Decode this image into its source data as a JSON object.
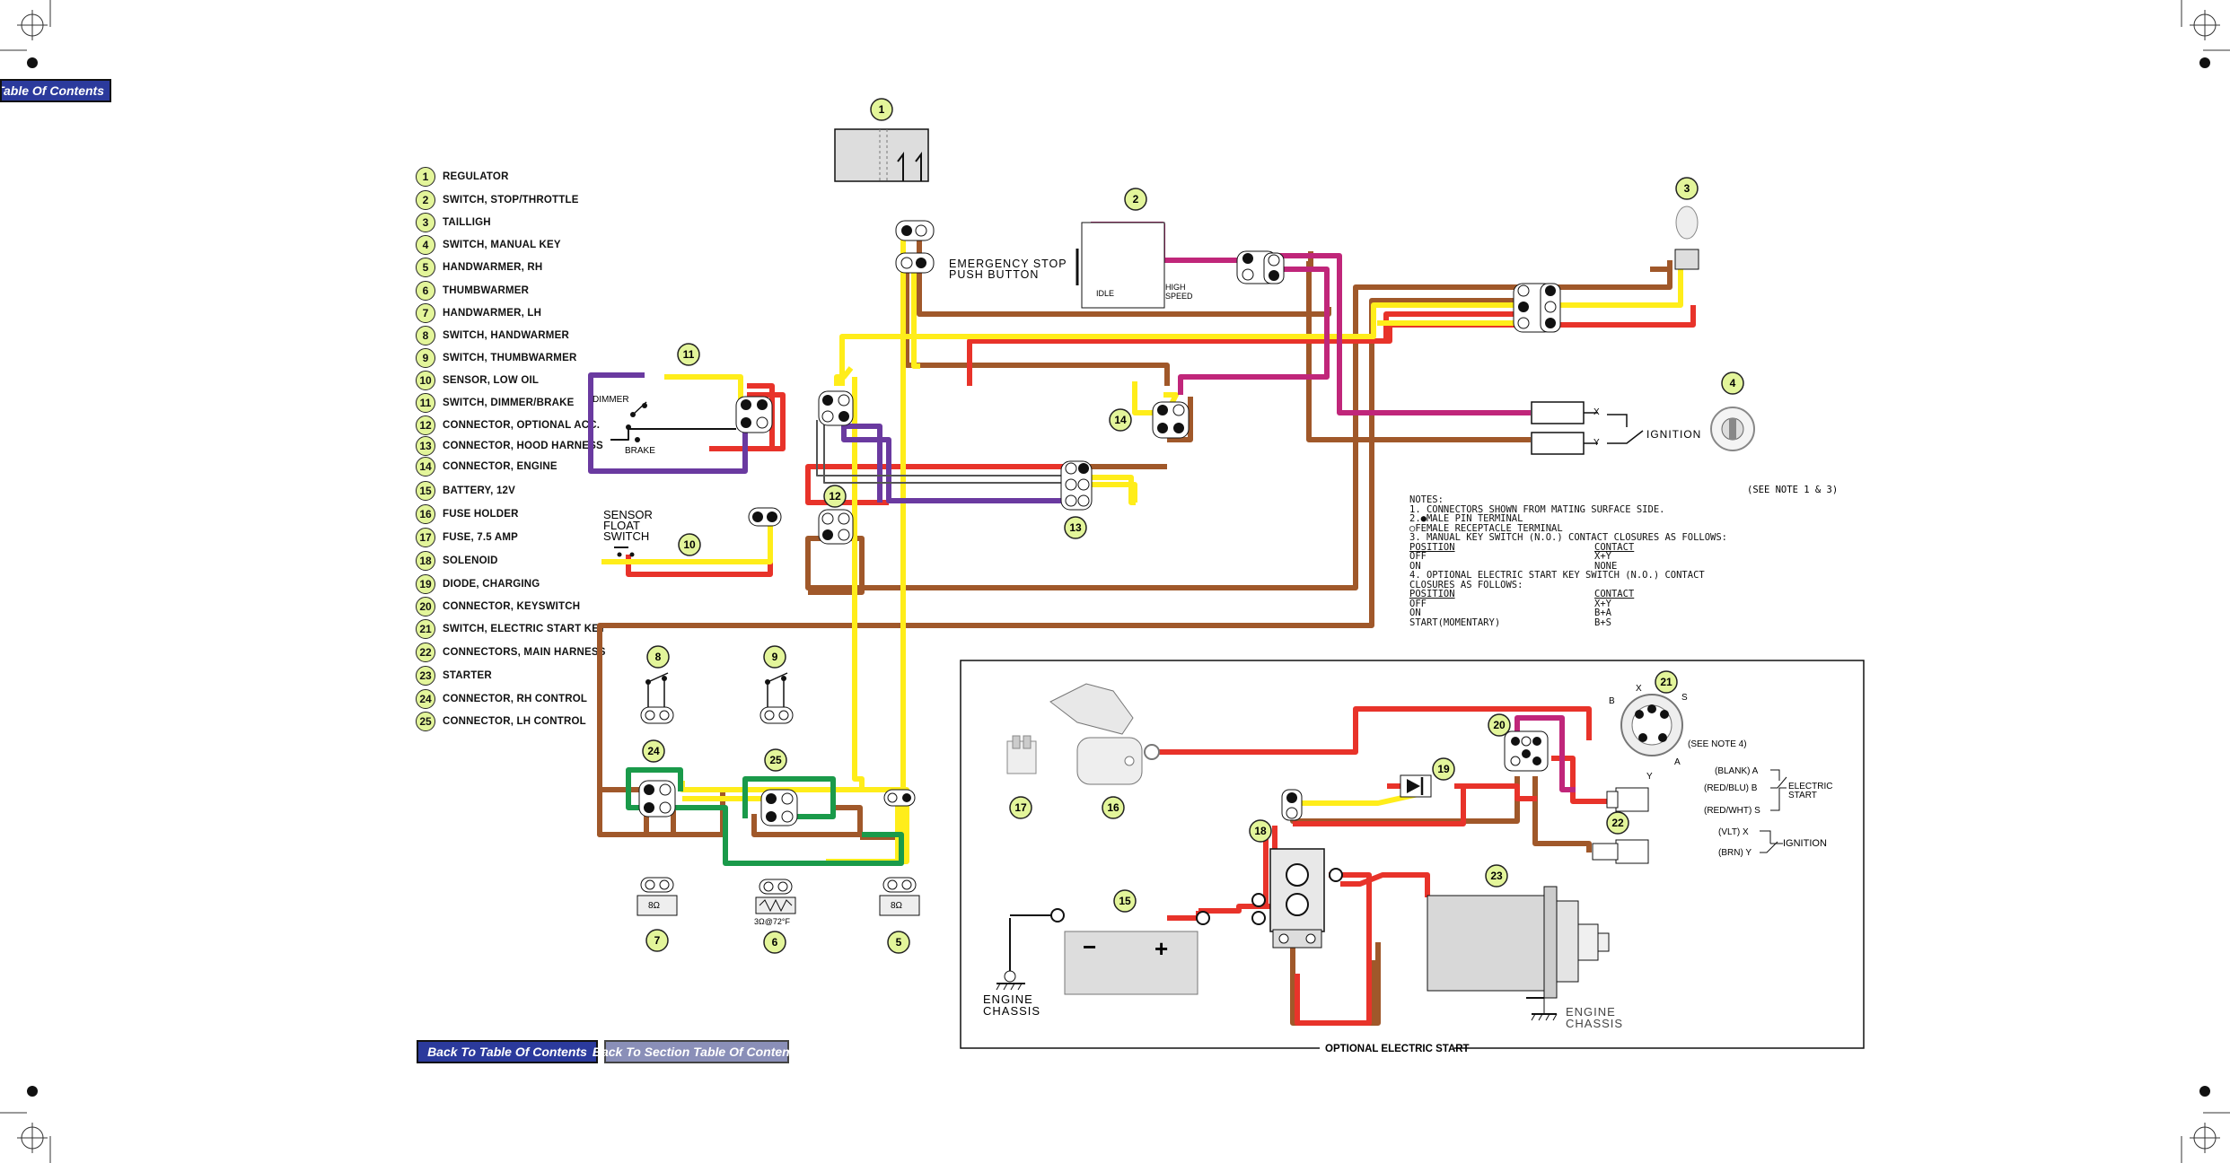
{
  "nav": {
    "toc_left": "Table Of Contents",
    "toc": "Back To Table Of Contents",
    "section_toc": "Back To Section Table Of Contents"
  },
  "legend": [
    {
      "num": "1",
      "label": "REGULATOR"
    },
    {
      "num": "2",
      "label": "SWITCH, STOP/THROTTLE"
    },
    {
      "num": "3",
      "label": "TAILLIGH"
    },
    {
      "num": "4",
      "label": "SWITCH, MANUAL KEY"
    },
    {
      "num": "5",
      "label": "HANDWARMER, RH"
    },
    {
      "num": "6",
      "label": "THUMBWARMER"
    },
    {
      "num": "7",
      "label": "HANDWARMER, LH"
    },
    {
      "num": "8",
      "label": "SWITCH, HANDWARMER"
    },
    {
      "num": "9",
      "label": "SWITCH, THUMBWARMER"
    },
    {
      "num": "10",
      "label": "SENSOR, LOW OIL"
    },
    {
      "num": "11",
      "label": "SWITCH, DIMMER/BRAKE"
    },
    {
      "num": "12",
      "label": "CONNECTOR, OPTIONAL ACC."
    },
    {
      "num": "13",
      "label": "CONNECTOR, HOOD HARNESS"
    },
    {
      "num": "14",
      "label": "CONNECTOR, ENGINE"
    },
    {
      "num": "15",
      "label": "BATTERY, 12V"
    },
    {
      "num": "16",
      "label": "FUSE HOLDER"
    },
    {
      "num": "17",
      "label": "FUSE, 7.5 AMP"
    },
    {
      "num": "18",
      "label": "SOLENOID"
    },
    {
      "num": "19",
      "label": "DIODE, CHARGING"
    },
    {
      "num": "20",
      "label": "CONNECTOR, KEYSWITCH"
    },
    {
      "num": "21",
      "label": "SWITCH,  ELECTRIC START KEY"
    },
    {
      "num": "22",
      "label": "CONNECTORS, MAIN HARNESS"
    },
    {
      "num": "23",
      "label": "STARTER"
    },
    {
      "num": "24",
      "label": "CONNECTOR, RH CONTROL"
    },
    {
      "num": "25",
      "label": "CONNECTOR, LH CONTROL"
    }
  ],
  "labels": {
    "emergency_stop_1": "EMERGENCY STOP",
    "emergency_stop_2": "PUSH BUTTON",
    "idle": "IDLE",
    "high": "HIGH",
    "speed": "SPEED",
    "dimmer": "DIMMER",
    "brake": "BRAKE",
    "sensor_1": "SENSOR",
    "sensor_2": "FLOAT",
    "sensor_3": "SWITCH",
    "ignition": "IGNITION",
    "x": "X",
    "y": "Y",
    "ohm_8a": "8Ω",
    "ohm_8b": "8Ω",
    "ohm_3": "3Ω@72°F",
    "engine_chassis_1a": "ENGINE",
    "engine_chassis_1b": "CHASSIS",
    "engine_chassis_2a": "ENGINE",
    "engine_chassis_2b": "CHASSIS",
    "optional_start": "OPTIONAL ELECTRIC START",
    "see_note_4": "(SEE NOTE 4)",
    "see_note_13": "(SEE NOTE 1 & 3)",
    "key_b": "B",
    "key_x": "X",
    "key_s": "S",
    "key_y": "Y",
    "key_a": "A",
    "blank_a": "(BLANK) A",
    "redblu_b": "(RED/BLU) B",
    "redwht_s": "(RED/WHT) S",
    "vlt_x": "(VLT) X",
    "brn_y": "(BRN) Y",
    "electric_start_1": "ELECTRIC",
    "electric_start_2": "START",
    "ignition_2": "IGNITION",
    "minus": "−",
    "plus": "+"
  },
  "notes": {
    "title": "NOTES:",
    "n1": " 1. CONNECTORS SHOWN FROM MATING SURFACE SIDE.",
    "n2a": " 2.●MALE PIN TERMINAL",
    "n2b": "   ○FEMALE RECEPTACLE TERMINAL",
    "n3": " 3. MANUAL KEY SWITCH (N.O.) CONTACT CLOSURES AS FOLLOWS:",
    "n3_pos": "   POSITION",
    "n3_con": "CONTACT",
    "n3_off": "     OFF",
    "n3_off_c": " X+Y",
    "n3_on": "     ON",
    "n3_on_c": " NONE",
    "n4": " 4. OPTIONAL ELECTRIC START KEY SWITCH (N.O.) CONTACT",
    "n4b": "    CLOSURES AS FOLLOWS:",
    "n4_pos": "    POSITION",
    "n4_con": "CONTACT",
    "n4_off": "     OFF",
    "n4_off_c": " X+Y",
    "n4_on": "     ON",
    "n4_on_c": " B+A",
    "n4_start": "     START(MOMENTARY)",
    "n4_start_c": " B+S"
  },
  "colors": {
    "brown": "#a0582a",
    "red": "#e8332a",
    "yellow": "#ffed1a",
    "purple": "#6a3aa0",
    "violet": "#c0267a",
    "green": "#1a9a4a",
    "black": "#111111",
    "callout": "#e3f59a",
    "nav_blue": "#2b3a9c"
  }
}
